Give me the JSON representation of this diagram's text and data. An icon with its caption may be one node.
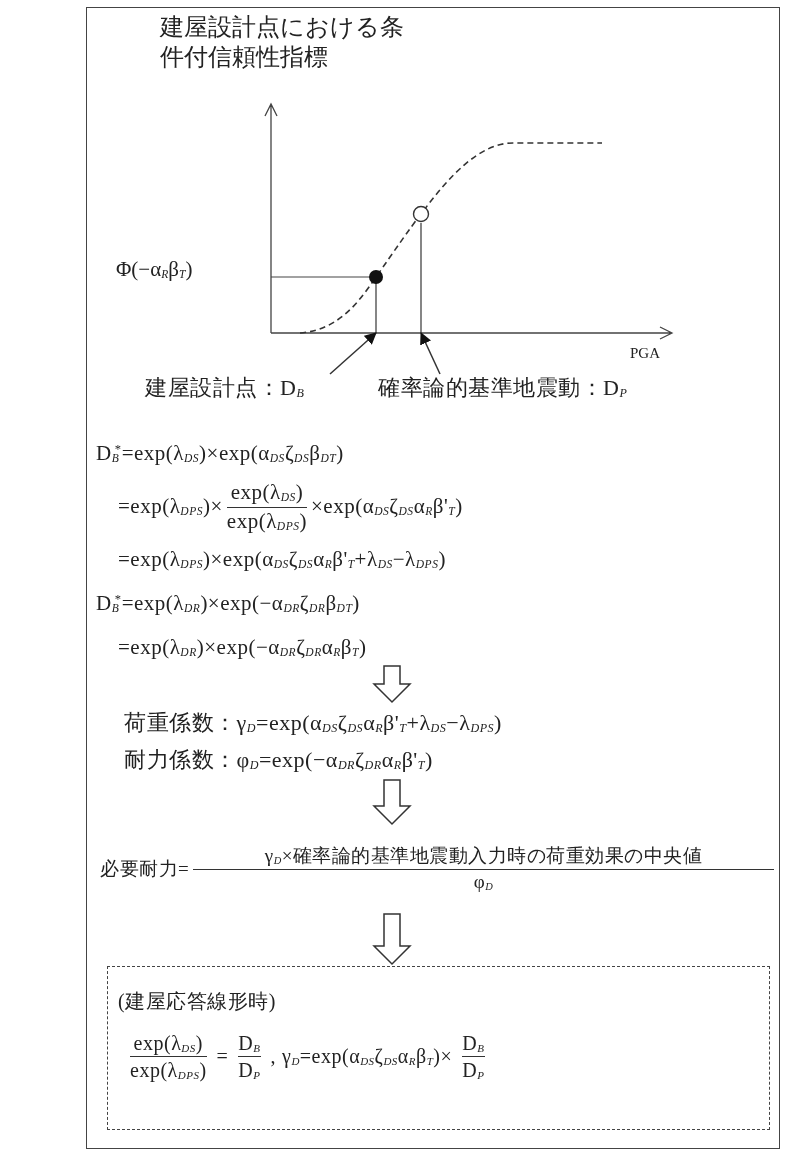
{
  "diagram": {
    "nodes": [
      {
        "text": [],
        "shape": "line"
      },
      {
        "text": [],
        "shape": "line"
      },
      {
        "text": [
          "建屋設計点：D$_{B}$"
        ]
      },
      {
        "text": [
          "確率論的基準地震動：D$_{P}$"
        ]
      },
      {
        "text": [
          "D$_{B}$$^{*}$=exp(λ$_{DS}$)×exp(α$_{DS}$ζ$_{DS}$β$_{DT}$)",
          "=exp(λ$_{DPS}$)×",
          "exp(λ$_{DS}$)",
          "exp(λ$_{DPS}$)",
          "×exp(α$_{DS}$ζ$_{DS}$α$_{R}$β'$_{T}$)",
          "=exp(λ$_{DPS}$)×exp(α$_{DS}$ζ$_{DS}$α$_{R}$β'$_{T}$+λ$_{DS}$−λ$_{DPS}$)",
          "D$_{B}$$^{*}$=exp(λ$_{DR}$)×exp(−α$_{DR}$ζ$_{DR}$β$_{DT}$)",
          "=exp(λ$_{DR}$)×exp(−α$_{DR}$ζ$_{DR}$α$_{R}$β$_{T}$)"
        ]
      },
      {
        "text": [
          "荷重係数：γ$_{D}$=exp(α$_{DS}$ζ$_{DS}$α$_{R}$β'$_{T}$+λ$_{DS}$−λ$_{DPS}$)",
          "耐力係数：φ$_{D}$=exp(−α$_{DR}$ζ$_{DR}$α$_{R}$β'$_{T}$)"
        ]
      },
      {
        "text": [
          "必要耐力=",
          "γ$_{D}$×確率論的基準地震動入力時の荷重効果の中央値",
          "φ$_{D}$"
        ]
      },
      {
        "text": [
          "(建屋応答線形時)",
          "exp(λ$_{DS}$)",
          "exp(λ$_{DPS}$)",
          "=",
          "D$_{B}$",
          "D$_{P}$",
          ",",
          "γ$_{D}$=exp(α$_{DS}$ζ$_{DS}$α$_{R}$β$_{T}$)×",
          "D$_{B}$",
          "D$_{P}$"
        ]
      }
    ],
    "edges": [
      {
        "from": 2,
        "to": 0,
        "arrow": "to"
      },
      {
        "from": 3,
        "to": 1,
        "arrow": "to"
      },
      {
        "from": 4,
        "to": 5,
        "arrow": "to",
        "style": "thick"
      },
      {
        "from": 5,
        "to": 6,
        "arrow": "to",
        "style": "thick"
      },
      {
        "from": 6,
        "to": 7,
        "arrow": "to",
        "style": "thick"
      }
    ],
    "labels": [
      "建屋設計点における条件付信頼性指標",
      "Φ(−α$_{R}$β$_{T}$)",
      "PGA"
    ]
  }
}
